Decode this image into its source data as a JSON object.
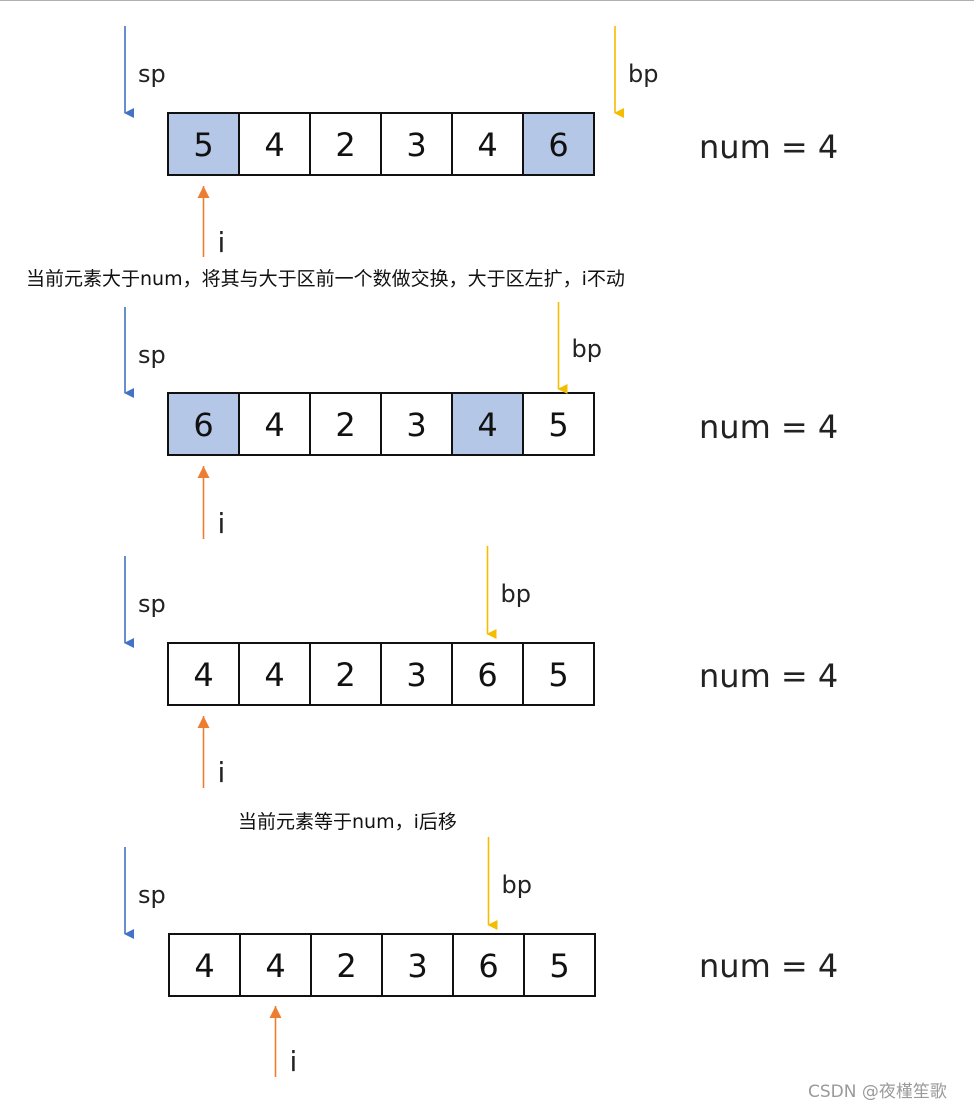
{
  "colors": {
    "highlight": "#b4c7e7",
    "cell": "#ffffff",
    "border": "#111111",
    "sp_arrow": "#4472c4",
    "bp_arrow": "#f5bd00",
    "i_arrow": "#ed7d31"
  },
  "pointer_labels": {
    "sp": "sp",
    "bp": "bp",
    "i": "i"
  },
  "num_text": "num = 4",
  "steps": [
    {
      "cells": [
        "5",
        "4",
        "2",
        "3",
        "4",
        "6"
      ],
      "highlight": [
        0,
        5
      ],
      "bp_index": 6,
      "i_index": 0
    },
    {
      "cells": [
        "6",
        "4",
        "2",
        "3",
        "4",
        "5"
      ],
      "highlight": [
        0,
        4
      ],
      "bp_index": 5,
      "i_index": 0
    },
    {
      "cells": [
        "4",
        "4",
        "2",
        "3",
        "6",
        "5"
      ],
      "highlight": [],
      "bp_index": 4,
      "i_index": 0
    },
    {
      "cells": [
        "4",
        "4",
        "2",
        "3",
        "6",
        "5"
      ],
      "highlight": [],
      "bp_index": 4,
      "i_index": 1
    }
  ],
  "captions": [
    "当前元素大于num，将其与大于区前一个数做交换，大于区左扩，i不动",
    "当前元素等于num，i后移"
  ],
  "watermark": "CSDN @夜槿笙歌"
}
